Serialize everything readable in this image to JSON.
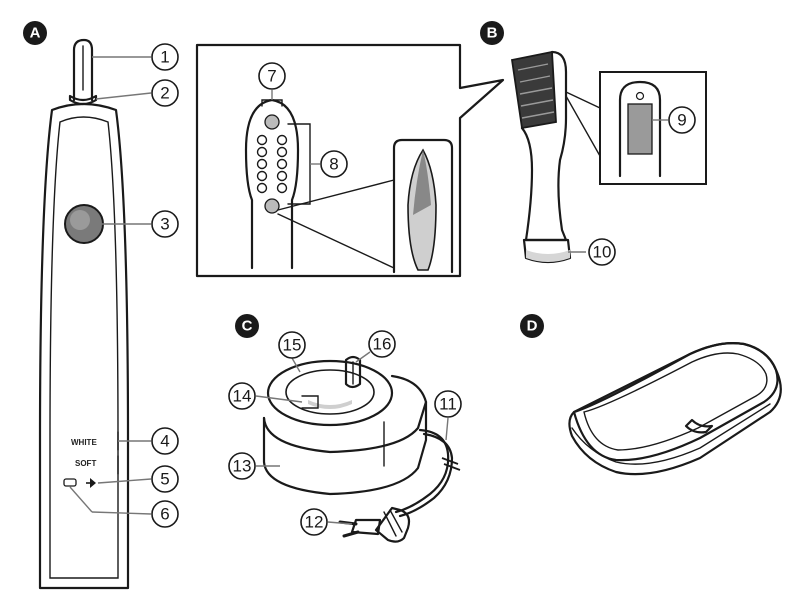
{
  "sections": [
    "A",
    "B",
    "C",
    "D"
  ],
  "handle_labels": {
    "white": "WHITE",
    "soft": "SOFT"
  },
  "callouts": [
    "1",
    "2",
    "3",
    "4",
    "5",
    "6",
    "7",
    "8",
    "9",
    "10",
    "11",
    "12",
    "13",
    "14",
    "15",
    "16"
  ]
}
